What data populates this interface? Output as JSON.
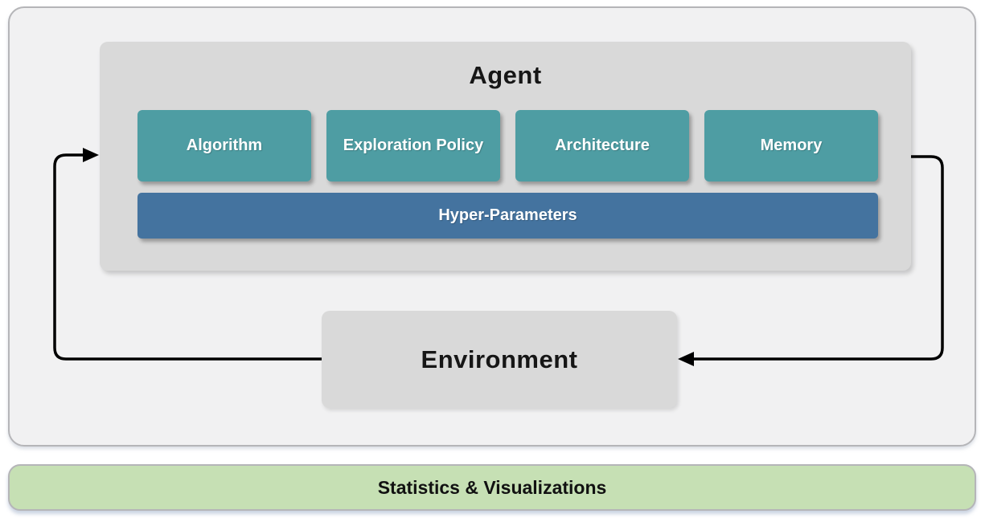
{
  "colors": {
    "teal": "#4E9DA3",
    "blue": "#44739F",
    "panel-gray": "#D9D9D9",
    "frame-bg": "#F1F1F2",
    "frame-border": "#B5B5B8",
    "green": "#C6E0B4",
    "arrow": "#000000"
  },
  "agent": {
    "title": "Agent",
    "modules": [
      {
        "label": "Algorithm"
      },
      {
        "label": "Exploration Policy"
      },
      {
        "label": "Architecture"
      },
      {
        "label": "Memory"
      }
    ],
    "hyper_parameters": {
      "label": "Hyper-Parameters"
    }
  },
  "environment": {
    "title": "Environment"
  },
  "footer": {
    "label": "Statistics & Visualizations"
  }
}
